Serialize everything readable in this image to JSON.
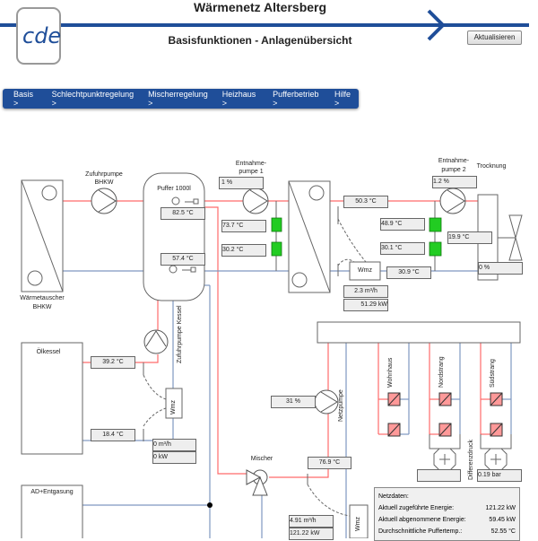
{
  "header": {
    "title": "Wärmenetz Altersberg",
    "subtitle": "Basisfunktionen - Anlagenübersicht",
    "logo": "cde",
    "refresh_label": "Aktualisieren"
  },
  "nav": [
    "Basis >",
    "Schlechtpunktregelung >",
    "Mischerregelung >",
    "Heizhaus >",
    "Pufferbetrieb >",
    "Hilfe >"
  ],
  "labels": {
    "hx1": "Wärmetauscher",
    "hx1b": "BHKW",
    "pump_bhkw": "Zufuhrpumpe",
    "pump_bhkw_b": "BHKW",
    "puffer": "Puffer 1000l",
    "pump1": "Entnahme-",
    "pump1b": "pumpe 1",
    "pump2": "Entnahme-",
    "pump2b": "pumpe 2",
    "trocknung": "Trocknung",
    "oelkessel": "Ölkessel",
    "pump_kessel": "Zufuhrpumpe Kessel",
    "ad": "AD+Entgasung",
    "mischer": "Mischer",
    "netzpumpe": "Netzpumpe",
    "wohnhaus": "Wohnhaus",
    "nordstrang": "Nordstrang",
    "suedstrang": "Südstrang",
    "differenzdruck": "Differenzdruck",
    "wmz": "Wmz"
  },
  "values": {
    "pump1_pct": "1 %",
    "puffer_top": "82.5 °C",
    "puffer_bottom": "57.4 °C",
    "t737": "73.7 °C",
    "t302": "30.2 °C",
    "t503": "50.3 °C",
    "t489": "48.9 °C",
    "t301": "30.1 °C",
    "pump2_pct": "1.2 %",
    "t199": "19.9 °C",
    "trock_pct": "0 %",
    "t309": "30.9 °C",
    "flow1": "2.3 m³/h",
    "power1": "51.29 kW",
    "kessel_vl": "39.2 °C",
    "kessel_rl": "18.4 °C",
    "flow_k": "0 m³/h",
    "power_k": "0 kW",
    "netzpumpe_pct": "31 %",
    "t769": "76.9 °C",
    "diff_nord": "",
    "diff_sued": "0.19 bar",
    "flow_net": "4.91 m³/h",
    "power_net": "121.22 kW"
  },
  "netzdaten": {
    "title": "Netzdaten:",
    "rows": [
      {
        "label": "Aktuell zugeführte Energie:",
        "value": "121.22 kW"
      },
      {
        "label": "Aktuell abgenommene Energie:",
        "value": "59.45 kW"
      },
      {
        "label": "Durchschnittliche Puffertemp.:",
        "value": "52.55 °C"
      }
    ]
  },
  "colors": {
    "brand": "#1f4e99",
    "supply": "#ff6b6b",
    "return": "#7f98c0",
    "valve": "#22cc22"
  }
}
